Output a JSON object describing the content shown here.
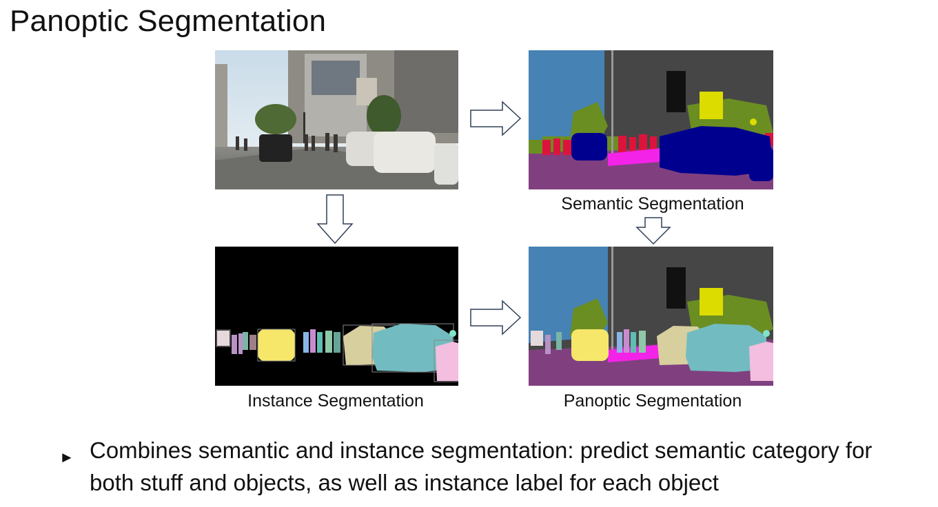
{
  "slide": {
    "title": "Panoptic Segmentation",
    "captions": {
      "semantic": "Semantic Segmentation",
      "instance": "Instance Segmentation",
      "panoptic": "Panoptic Segmentation"
    },
    "bullet": {
      "marker": "►",
      "line1": "Combines semantic and instance segmentation: predict semantic category for",
      "line2": "both stuff and objects, as well as instance label for each object"
    }
  },
  "colors": {
    "road": "#80407f",
    "building": "#464646",
    "sky": "#4682b4",
    "vegetation": "#6b8e23",
    "car": "#00008e",
    "person": "#dc143c",
    "sidewalk": "#f423e8",
    "traffic_sign": "#dcdc00"
  }
}
